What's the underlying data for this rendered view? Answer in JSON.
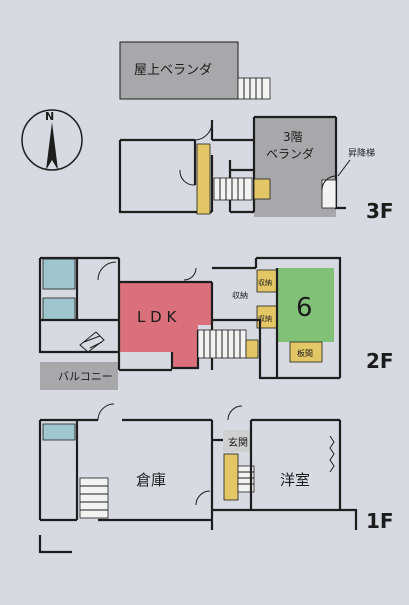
{
  "north": "N",
  "floors": {
    "f3": "3F",
    "f2": "2F",
    "f1": "1F"
  },
  "rooms": {
    "rooftop_balcony": "屋上ベランダ",
    "balcony_3f_line1": "3階",
    "balcony_3f_line2": "ベランダ",
    "lift_ladder": "昇降梯",
    "ldk": "L D K",
    "storage_2f": "収納",
    "closet_a": "収納",
    "closet_b": "収納",
    "tatami_count": "6",
    "board": "板間",
    "balcony_2f": "バルコニー",
    "storeroom": "倉庫",
    "entrance": "玄関",
    "western_room": "洋室"
  },
  "colors": {
    "background": "#d7dae1",
    "gray_area": "#a8a8ab",
    "ldk": "#d9707b",
    "tatami": "#82c178",
    "stairs_yellow": "#e3c766",
    "bath": "#9fc6cf"
  }
}
